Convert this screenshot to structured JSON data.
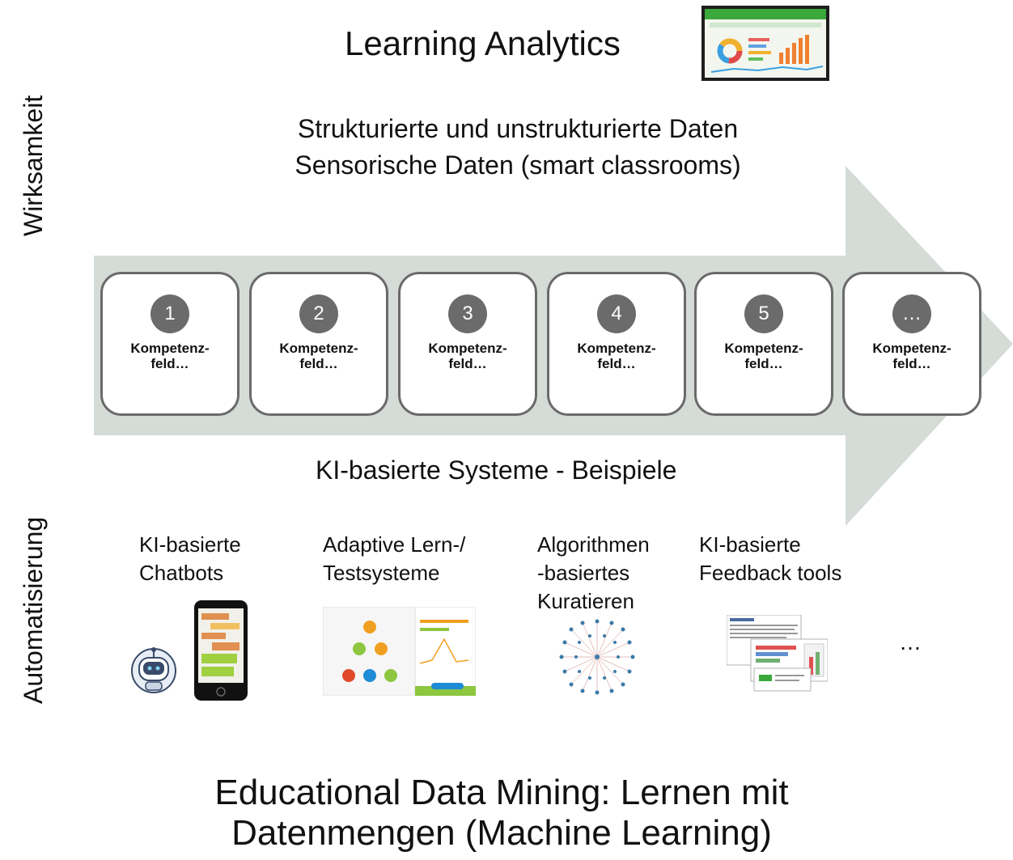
{
  "side_labels": {
    "top": "Wirksamkeit",
    "bottom": "Automatisierung"
  },
  "header": {
    "title": "Learning Analytics",
    "subtitle_line1": "Strukturierte und unstrukturierte Daten",
    "subtitle_line2": "Sensorische Daten (smart classrooms)"
  },
  "competence_fields": [
    {
      "number": "1",
      "label": "Kompetenz-\nfeld…"
    },
    {
      "number": "2",
      "label": "Kompetenz-\nfeld…"
    },
    {
      "number": "3",
      "label": "Kompetenz-\nfeld…"
    },
    {
      "number": "4",
      "label": "Kompetenz-\nfeld…"
    },
    {
      "number": "5",
      "label": "Kompetenz-\nfeld…"
    },
    {
      "number": "…",
      "label": "Kompetenz-\nfeld…"
    }
  ],
  "ki_heading": "KI-basierte Systeme - Beispiele",
  "examples": [
    {
      "label": "KI-basierte\nChatbots",
      "icon": "chatbot-icon"
    },
    {
      "label": "Adaptive Lern-/\nTestsysteme",
      "icon": "adaptive-system-screenshot"
    },
    {
      "label": "Algorithmen\n-basiertes\nKuratieren",
      "icon": "network-graph"
    },
    {
      "label": "KI-basierte\nFeedback tools",
      "icon": "feedback-report-screenshot"
    }
  ],
  "ellipsis": "…",
  "footer": {
    "title": "Educational Data Mining: Lernen mit\nDatenmengen (Machine Learning)"
  },
  "colors": {
    "arrow": "#d5dbd6",
    "box_border": "#6a6a6a",
    "badge": "#6b6b6b",
    "dashboard_green": "#3aa83a"
  }
}
